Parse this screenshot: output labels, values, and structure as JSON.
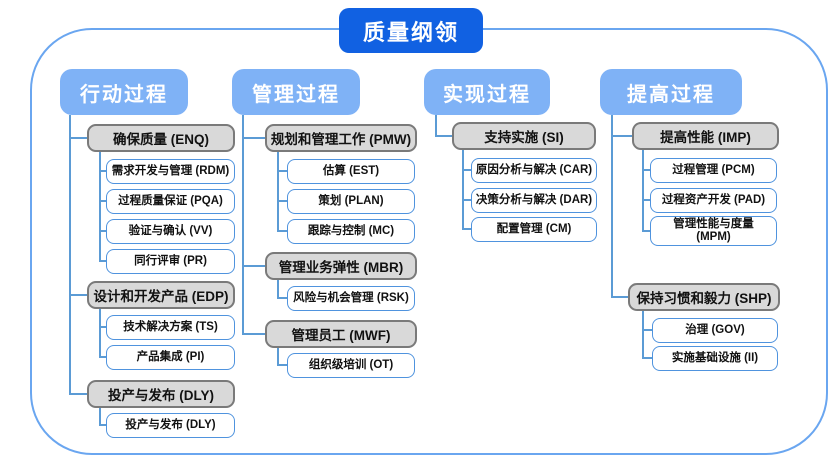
{
  "title": "质量纲领",
  "colors": {
    "title_bg": "#1161e2",
    "header_bg": "#7fb2f6",
    "group_fill": "#d9d9d9",
    "group_border": "#7a7a7a",
    "leaf_border": "#4f93de",
    "connector": "#5b9bd5",
    "frame_border": "#6aa6f0"
  },
  "columns": [
    {
      "label": "行动过程",
      "groups": [
        {
          "label": "确保质量 (ENQ)",
          "children": [
            "需求开发与管理 (RDM)",
            "过程质量保证 (PQA)",
            "验证与确认 (VV)",
            "同行评审 (PR)"
          ]
        },
        {
          "label": "设计和开发产品 (EDP)",
          "children": [
            "技术解决方案 (TS)",
            "产品集成 (PI)"
          ]
        },
        {
          "label": "投产与发布 (DLY)",
          "children": [
            "投产与发布 (DLY)"
          ]
        }
      ]
    },
    {
      "label": "管理过程",
      "groups": [
        {
          "label": "规划和管理工作 (PMW)",
          "children": [
            "估算 (EST)",
            "策划 (PLAN)",
            "跟踪与控制 (MC)"
          ]
        },
        {
          "label": "管理业务弹性 (MBR)",
          "children": [
            "风险与机会管理 (RSK)"
          ]
        },
        {
          "label": "管理员工 (MWF)",
          "children": [
            "组织级培训 (OT)"
          ]
        }
      ]
    },
    {
      "label": "实现过程",
      "groups": [
        {
          "label": "支持实施 (SI)",
          "children": [
            "原因分析与解决 (CAR)",
            "决策分析与解决 (DAR)",
            "配置管理 (CM)"
          ]
        }
      ]
    },
    {
      "label": "提高过程",
      "groups": [
        {
          "label": "提高性能 (IMP)",
          "children": [
            "过程管理 (PCM)",
            "过程资产开发 (PAD)",
            "管理性能与度量\n(MPM)"
          ]
        },
        {
          "label": "保持习惯和毅力 (SHP)",
          "children": [
            "治理 (GOV)",
            "实施基础设施 (II)"
          ]
        }
      ]
    }
  ]
}
